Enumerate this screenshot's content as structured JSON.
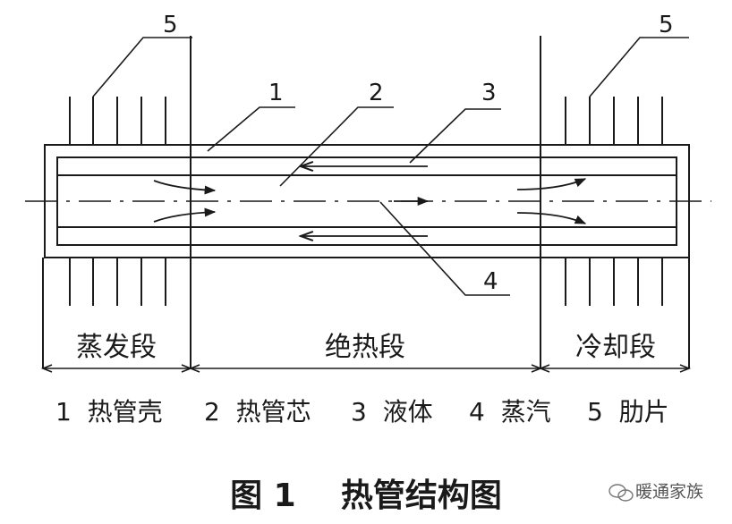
{
  "callouts": {
    "shell": "1",
    "wick": "2",
    "liquid": "3",
    "vapor": "4",
    "fins_left": "5",
    "fins_right": "5"
  },
  "sections": {
    "evaporator": "蒸发段",
    "adiabatic": "绝热段",
    "condenser": "冷却段"
  },
  "legend": {
    "item1": "1  热管壳",
    "item2": "2  热管芯",
    "item3": "3  液体",
    "item4": "4  蒸汽",
    "item5": "5  肋片"
  },
  "caption": "图 1    热管结构图",
  "watermark": {
    "text": "暖通家族",
    "icon": "wechat-icon"
  },
  "colors": {
    "line": "#1a1a1a",
    "background": "#ffffff"
  }
}
